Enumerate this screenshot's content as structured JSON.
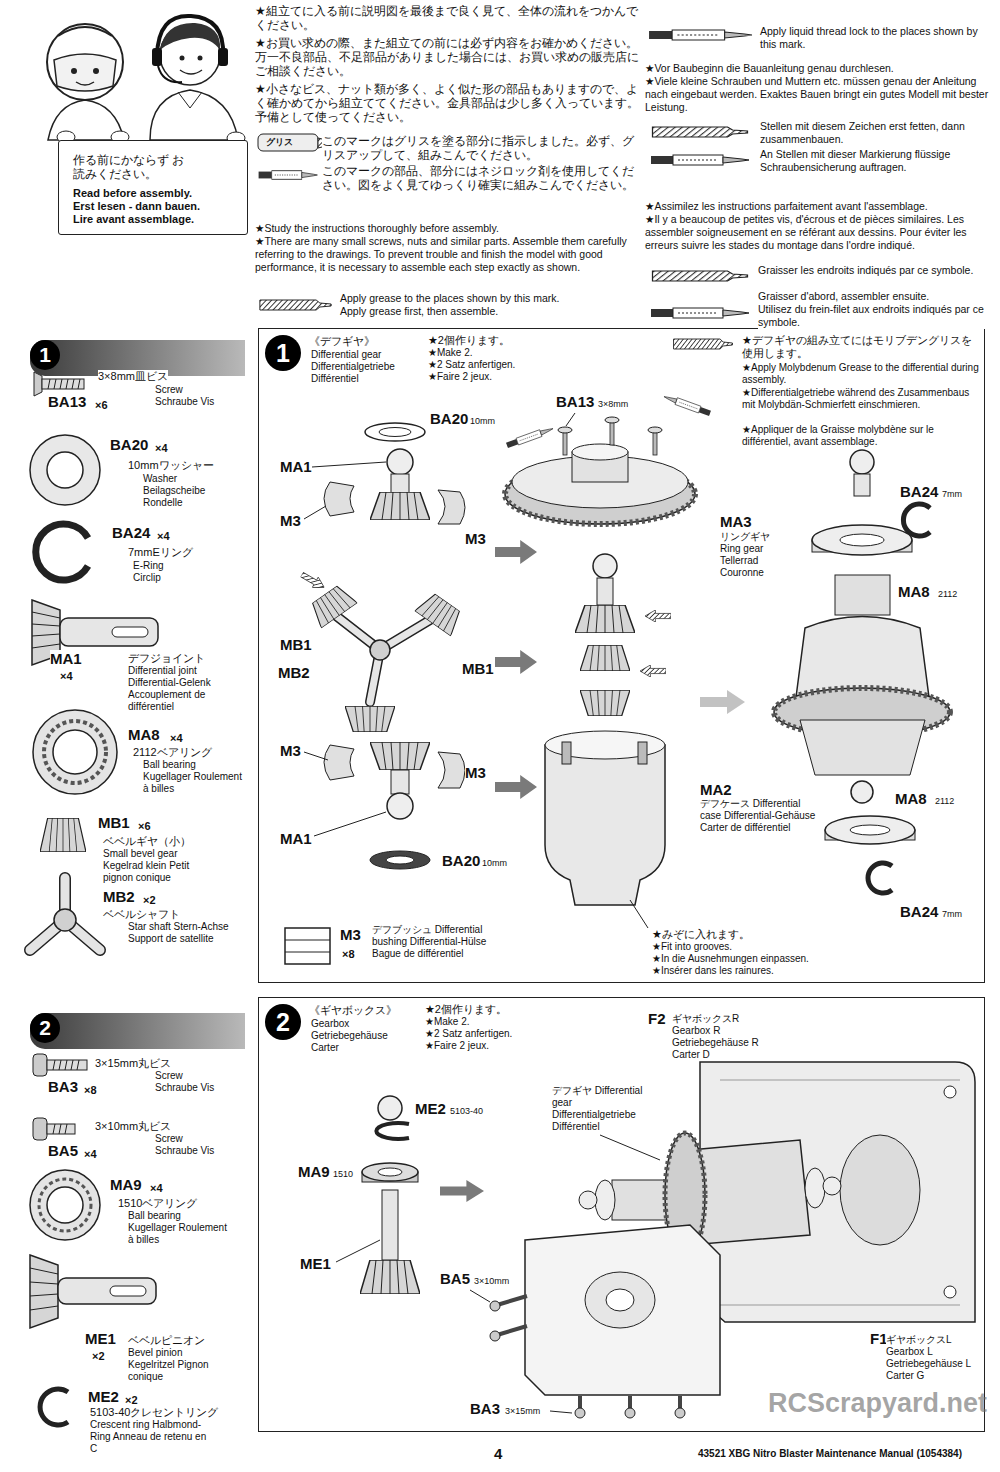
{
  "diagram": {
    "nodes": [
      {
        "text": [
          "作る前にかならず お読みください。",
          "Read before assembly. Erst lesen - dann bauen. Lire avant assemblage."
        ]
      },
      {
        "text": [
          "1"
        ]
      },
      {
        "text": [
          "1",
          "《デフギヤ》",
          "Differential gear Differentialgetriebe Différentiel"
        ]
      },
      {
        "text": [
          "2"
        ]
      },
      {
        "text": [
          "2",
          "《ギヤボックス》",
          "Gearbox Getriebegehäuse Carter"
        ]
      }
    ],
    "labels": [
      "★組立てに入る前に説明図を最後まで良く見て、全体の流れをつかんでください。",
      "★お買い求めの際、また組立ての前には必ず内容をお確かめください。万一不良部品、不足部品がありました場合には、お買い求めの販売店にご相談ください。",
      "★小さなビス、ナット類が多く、よく似た形の部品もありますので、よく確かめてから組立ててください。金具部品は少し多く入っています。予備として使ってください。",
      "グリス",
      "このマークはグリスを塗る部分に指示しました。必ず、グリスアップして、組みこんでください。",
      "このマークの部品、部分にはネジロック剤を使用してください。図をよく見てゆっくり確実に組みこんでください。",
      "★Study the instructions thoroughly before assembly.",
      "★There are many small screws, nuts and similar parts. Assemble them carefully referring to the drawings. To prevent trouble and finish the model with good performance, it is necessary to assemble each step exactly as shown.",
      "Apply grease to the places shown by this mark.",
      "Apply grease first, then assemble.",
      "Apply liquid thread lock to the places shown by this mark.",
      "★Vor Baubeginn die Bauanleitung genau durchlesen.",
      "★Viele kleine Schrauben und Muttern etc. müssen genau der Anleitung nach eingebaut werden. Exaktes Bauen bringt ein gutes Modell mit bester Leistung.",
      "Stellen mit diesem Zeichen erst fetten, dann zusammenbauen.",
      "An Stellen mit dieser Markierung flüssige Schraubensicherung auftragen.",
      "★Assimilez les instructions parfaitement avant l'assemblage.",
      "★Il y a beaucoup de petites vis, d'écrous et de pièces similaires. Les assembler soigneusement en se référant aux dessins. Pour éviter les erreurs suivre les stades du montage dans l'ordre indiqué.",
      "Graisser les endroits indiqués par ce symbole.",
      "Graisser d'abord, assembler ensuite.",
      "Utilisez du frein-filet aux endroits indiqués par ce symbole.",
      "3×8mm皿ビス",
      "BA13",
      "×6",
      "Screw Schraube Vis",
      "BA20",
      "×4",
      "10mmワッシャー",
      "Washer Beilagscheibe Rondelle",
      "BA24",
      "×4",
      "7mmEリング",
      "E-Ring Circlip",
      "MA1",
      "×4",
      "デフジョイント",
      "Differential joint Differential-Gelenk Accouplement de différentiel",
      "MA8",
      "×4",
      "2112ベアリング",
      "Ball bearing Kugellager Roulement à billes",
      "MB1",
      "×6",
      "ベベルギヤ（小）",
      "Small bevel gear Kegelrad klein Petit pignon conique",
      "MB2",
      "×2",
      "ベベルシャフト",
      "Star shaft Stern-Achse Support de satellite",
      "★2個作ります。",
      "★Make 2.",
      "★2 Satz anfertigen.",
      "★Faire 2 jeux.",
      "★デフギヤの組み立てにはモリブデングリスを使用します。",
      "★Apply Molybdenum Grease to the differential during assembly.",
      "★Differentialgetriebe während des Zusammenbaus mit Molybdän-Schmierfett einschmieren.",
      "★Appliquer de la Graisse molybdène sur le différentiel, avant assemblage.",
      "BA20",
      "10mm",
      "MA1",
      "M3",
      "M3",
      "MB1",
      "MB2",
      "MB1",
      "M3",
      "M3",
      "MA1",
      "BA20",
      "10mm",
      "BA13",
      "3×8mm",
      "MA3",
      "リングギヤ Ring gear Tellerrad Couronne",
      "BA24",
      "7mm",
      "MA8",
      "2112",
      "MA2",
      "デフケース Differential case Differential-Gehäuse Carter de différentiel",
      "MA8",
      "2112",
      "BA24",
      "7mm",
      "★みぞに入れます。",
      "★Fit into grooves.",
      "★In die Ausnehmungen einpassen.",
      "★Insérer dans les rainures.",
      "M3",
      "×8",
      "デフブッシュ Differential bushing Differential-Hülse Bague de différentiel",
      "3×15mm丸ビス",
      "BA3",
      "×8",
      "Screw Schraube Vis",
      "3×10mm丸ビス",
      "BA5",
      "×4",
      "Screw Schraube Vis",
      "MA9",
      "×4",
      "1510ベアリング",
      "Ball bearing Kugellager Roulement à billes",
      "ME1",
      "×2",
      "ベベルピニオン",
      "Bevel pinion Kegelritzel Pignon conique",
      "ME2",
      "×2",
      "5103-40クレセントリング",
      "Crescent ring Halbmond-Ring Anneau de retenu en C",
      "★2個作ります。",
      "★Make 2.",
      "★2 Satz anfertigen.",
      "★Faire 2 jeux.",
      "F2",
      "ギヤボックスR Gearbox R Getriebegehäuse R Carter D",
      "デフギヤ Differential gear Differentialgetriebe Différentiel",
      "ME2",
      "5103-40",
      "MA9",
      "1510",
      "ME1",
      "BA5",
      "3×10mm",
      "BA3",
      "3×15mm",
      "F1",
      "ギヤボックスL Gearbox L Getriebegehäuse L Carter G",
      "RCScrapyard.net",
      "4",
      "43521 XBG Nitro Blaster Maintenance Manual (1054384)"
    ]
  }
}
